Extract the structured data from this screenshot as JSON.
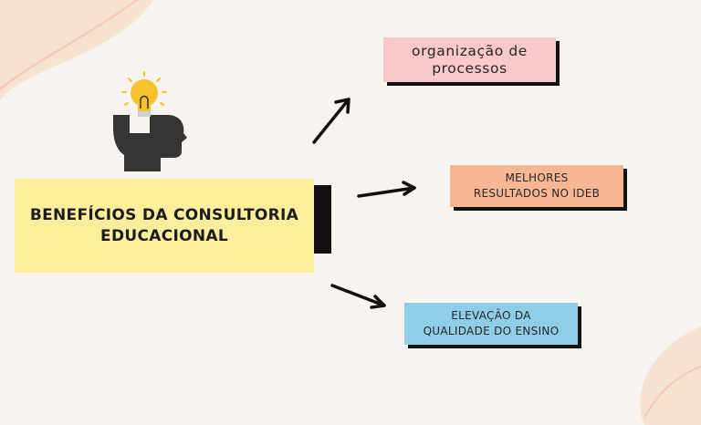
{
  "title": "BENEFÍCIOS DA CONSULTORIA\nEDUCACIONAL",
  "benefits": [
    {
      "label": "organização de\nprocessos",
      "color": "#f9c8c8"
    },
    {
      "label": "MELHORES\nRESULTADOS NO IDEB",
      "color": "#f8b793"
    },
    {
      "label": "ELEVAÇÃO DA\nQUALIDADE DO ENSINO",
      "color": "#8fcde8"
    }
  ],
  "icons": [
    "lightbulb-icon",
    "head-icon"
  ],
  "colors": {
    "background": "#f7f3ee",
    "central_box": "#fcee9b",
    "shadow": "#111111",
    "corner_blob": "#f6e3cf"
  }
}
